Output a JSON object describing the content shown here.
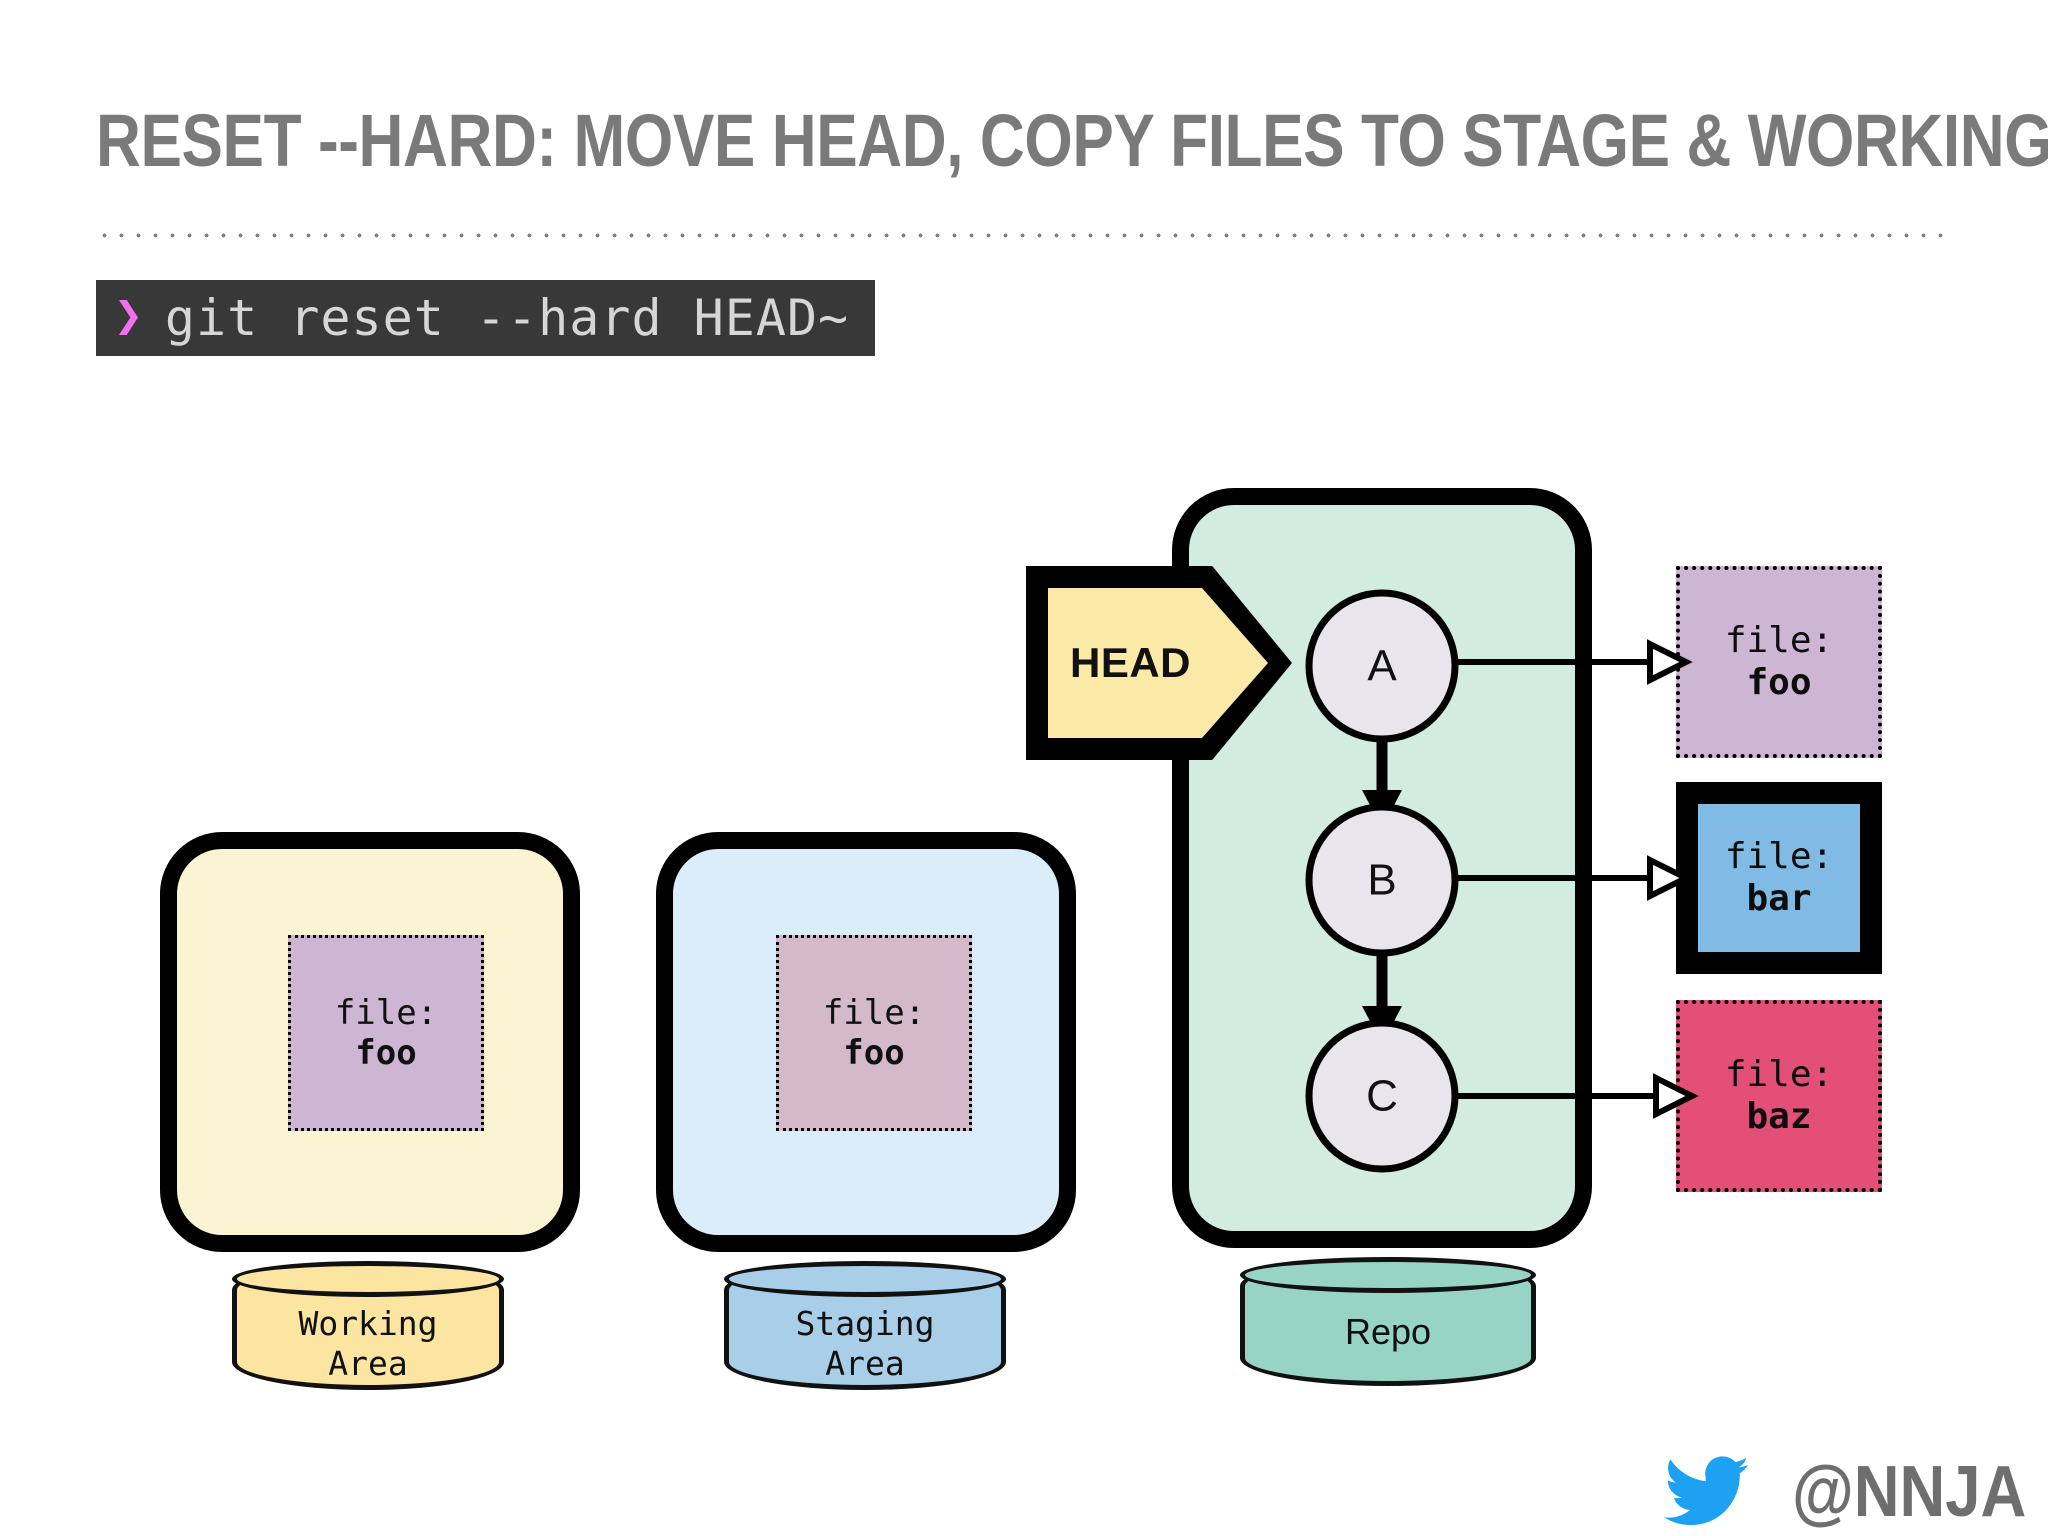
{
  "slide": {
    "title": "RESET --HARD: MOVE HEAD, COPY FILES TO STAGE & WORKING",
    "command": {
      "prompt": "❯",
      "text": "git reset --hard HEAD~",
      "prompt_color": "#f26fee",
      "bar_color": "#383838",
      "text_color": "#d6d6d6"
    }
  },
  "diagram": {
    "working_area": {
      "cylinder_label": "Working\nArea",
      "box_color": "#fbf4d2",
      "cylinder_color": "#fbe5a0",
      "file": {
        "label": "file:",
        "name": "foo",
        "color": "#cdb5d4"
      }
    },
    "staging_area": {
      "cylinder_label": "Staging\nArea",
      "box_color": "#dcedfa",
      "cylinder_color": "#a9cee8",
      "file": {
        "label": "file:",
        "name": "foo",
        "color": "#d4b9cb"
      }
    },
    "repo": {
      "cylinder_label": "Repo",
      "box_color": "#d2ece2",
      "cylinder_color": "#97d4c4",
      "head_pointer": {
        "label": "HEAD",
        "color": "#fbe9a8",
        "points_to": "A"
      },
      "commits": [
        {
          "id": "A",
          "color": "#e8e6ea"
        },
        {
          "id": "B",
          "color": "#e8e6ea"
        },
        {
          "id": "C",
          "color": "#e8e6ea"
        }
      ]
    },
    "blobs": [
      {
        "label": "file:",
        "name": "foo",
        "color": "#cdb5d4",
        "border": "dotted",
        "from_commit": "A"
      },
      {
        "label": "file:",
        "name": "bar",
        "color": "#7fbbe4",
        "border": "solid-thick",
        "from_commit": "B"
      },
      {
        "label": "file:",
        "name": "baz",
        "color": "#e34f76",
        "border": "dotted",
        "from_commit": "C"
      }
    ]
  },
  "footer": {
    "twitter_handle": "@NNJA",
    "bird_color": "#1DA1F2",
    "handle_color": "#6e6e6e"
  }
}
